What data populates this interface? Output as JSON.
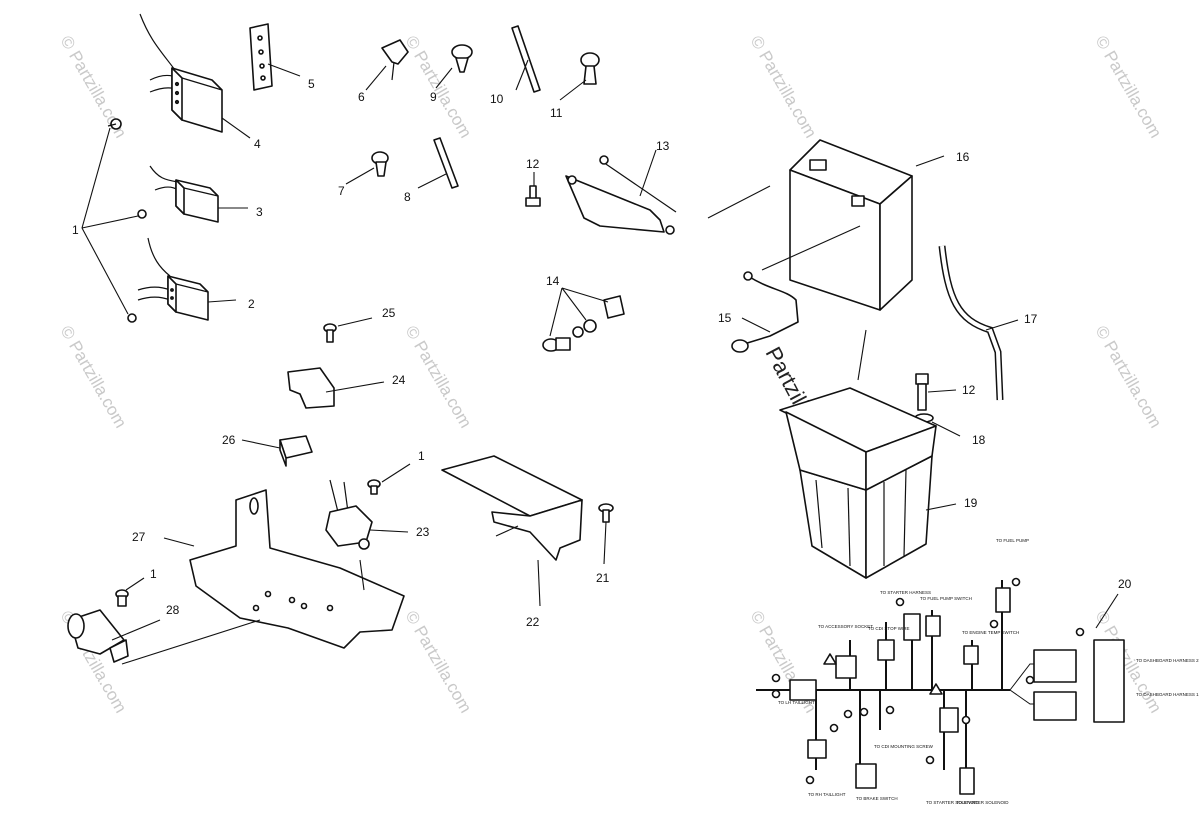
{
  "watermark": {
    "text": "© Partzilla.com",
    "center_text": "Partzilla.com"
  },
  "callouts": [
    {
      "id": "c1a",
      "label": "1"
    },
    {
      "id": "c1b",
      "label": "1"
    },
    {
      "id": "c1c",
      "label": "1"
    },
    {
      "id": "c2",
      "label": "2"
    },
    {
      "id": "c3",
      "label": "3"
    },
    {
      "id": "c4",
      "label": "4"
    },
    {
      "id": "c5",
      "label": "5"
    },
    {
      "id": "c6",
      "label": "6"
    },
    {
      "id": "c7",
      "label": "7"
    },
    {
      "id": "c8",
      "label": "8"
    },
    {
      "id": "c9",
      "label": "9"
    },
    {
      "id": "c10",
      "label": "10"
    },
    {
      "id": "c11",
      "label": "11"
    },
    {
      "id": "c12a",
      "label": "12"
    },
    {
      "id": "c12b",
      "label": "12"
    },
    {
      "id": "c13",
      "label": "13"
    },
    {
      "id": "c14",
      "label": "14"
    },
    {
      "id": "c15",
      "label": "15"
    },
    {
      "id": "c16",
      "label": "16"
    },
    {
      "id": "c17",
      "label": "17"
    },
    {
      "id": "c18",
      "label": "18"
    },
    {
      "id": "c19",
      "label": "19"
    },
    {
      "id": "c20",
      "label": "20"
    },
    {
      "id": "c21",
      "label": "21"
    },
    {
      "id": "c22",
      "label": "22"
    },
    {
      "id": "c23",
      "label": "23"
    },
    {
      "id": "c24",
      "label": "24"
    },
    {
      "id": "c25",
      "label": "25"
    },
    {
      "id": "c26",
      "label": "26"
    },
    {
      "id": "c27",
      "label": "27"
    },
    {
      "id": "c28",
      "label": "28"
    }
  ],
  "harness_labels": {
    "fuel_pump": "TO FUEL PUMP",
    "starter_harness": "TO STARTER HARNESS",
    "fuel_pump_switch": "TO FUEL PUMP SWITCH",
    "cdi_stop": "TO CDI STOP WIRE",
    "accessory": "TO ACCESSORY SOCKET",
    "engine_temp": "TO ENGINE TEMP SWITCH",
    "dashboard_2": "TO DASHBOARD HARNESS 2",
    "dashboard_1": "TO DASHBOARD HARNESS 1",
    "taillight": "TO LH TAILLIGHT",
    "cdi_mounting": "TO CDI MOUNTING SCREW",
    "taillight_2": "TO RH TAILLIGHT",
    "brake_switch": "TO BRAKE SWITCH",
    "starter_solenoid": "TO STARTER SOLENOID",
    "solenoid": "TO STARTER SOLENOID"
  }
}
